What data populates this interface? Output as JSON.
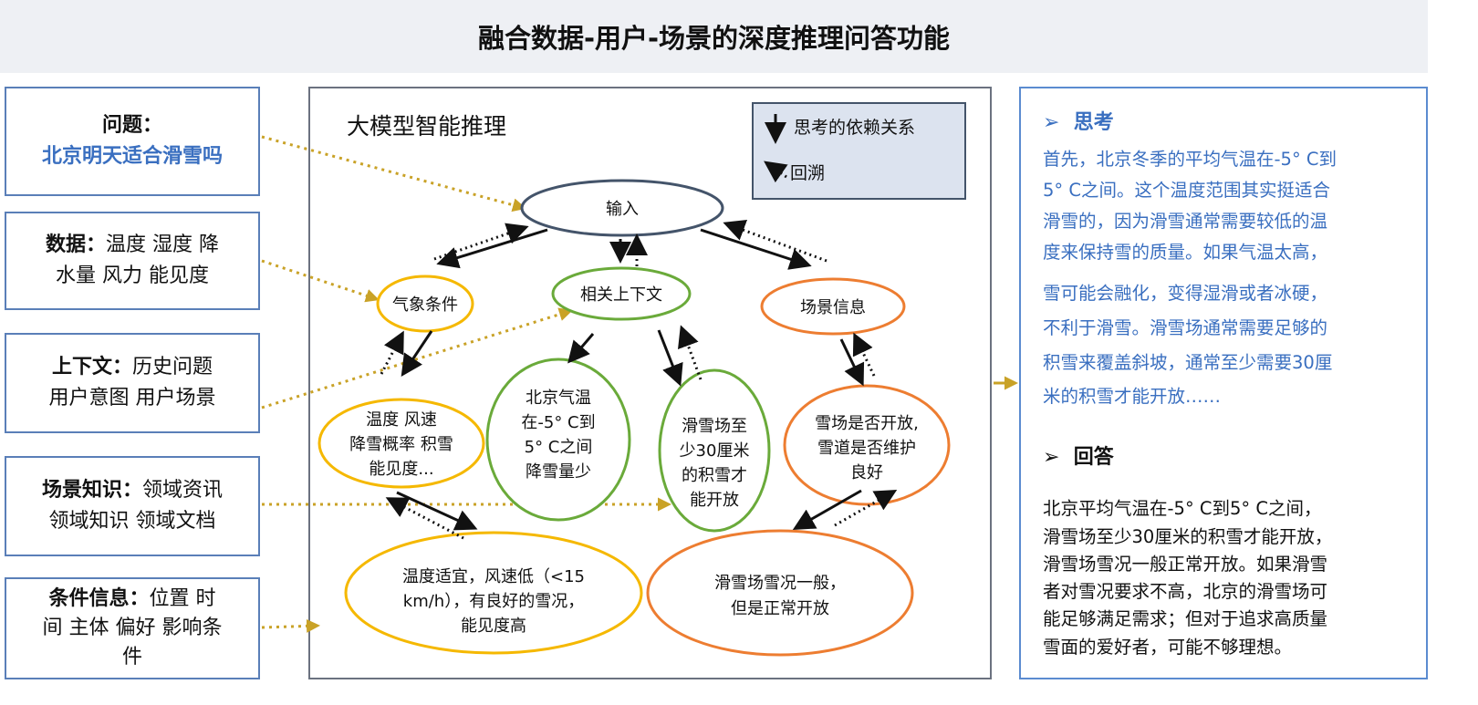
{
  "title": "融合数据-用户-场景的深度推理问答功能",
  "left_boxes": [
    {
      "label": "问题：",
      "value": "北京明天适合滑雪吗"
    },
    {
      "label": "数据：",
      "lines": [
        "温度 湿度 降",
        "水量 风力 能见度"
      ]
    },
    {
      "label": "上下文：",
      "lines": [
        "历史问题",
        "用户意图 用户场景"
      ]
    },
    {
      "label": "场景知识：",
      "lines": [
        "领域资讯",
        "领域知识 领域文档"
      ]
    },
    {
      "label": "条件信息：",
      "lines": [
        "位置 时",
        "间 主体 偏好 影响条",
        "件"
      ]
    }
  ],
  "middle": {
    "title": "大模型智能推理",
    "legend": {
      "dependency": "思考的依赖关系",
      "backtrack": "回溯"
    },
    "nodes": {
      "input": "输入",
      "weather": "气象条件",
      "context": "相关上下文",
      "scene": "场景信息",
      "weather_detail": [
        "温度 风速",
        "降雪概率 积雪",
        "能见度..."
      ],
      "beijing_temp": [
        "北京气温",
        "在-5° C到",
        "5° C之间",
        "降雪量少"
      ],
      "ski_snow": [
        "滑雪场至",
        "少30厘米",
        "的积雪才",
        "能开放"
      ],
      "open_status": [
        "雪场是否开放,",
        "雪道是否维护",
        "良好"
      ],
      "conclusion_weather": [
        "温度适宜，风速低（<15",
        "km/h），有良好的雪况，",
        "能见度高"
      ],
      "conclusion_scene": [
        "滑雪场雪况一般，",
        "但是正常开放"
      ]
    }
  },
  "right": {
    "think_heading": "思考",
    "think_lines": [
      "首先，北京冬季的平均气温在-5° C到",
      "5° C之间。这个温度范围其实挺适合",
      "滑雪的，因为滑雪通常需要较低的温",
      "度来保持雪的质量。如果气温太高，",
      "雪可能会融化，变得湿滑或者冰硬，",
      "不利于滑雪。滑雪场通常需要足够的",
      "积雪来覆盖斜坡，通常至少需要30厘",
      "米的积雪才能开放……"
    ],
    "answer_heading": "回答",
    "answer_lines": [
      "北京平均气温在-5° C到5° C之间，",
      "滑雪场至少30厘米的积雪才能开放，",
      "滑雪场雪况一般正常开放。如果滑雪",
      "者对雪况要求不高，北京的滑雪场可",
      "能足够满足需求；但对于追求高质量",
      "雪面的爱好者，可能不够理想。"
    ]
  },
  "colors": {
    "gold": "#f5b800",
    "green": "#6aaa3a",
    "orange": "#ed7d31",
    "blue": "#3a6fc0",
    "arrow_gold": "#c9a227"
  }
}
